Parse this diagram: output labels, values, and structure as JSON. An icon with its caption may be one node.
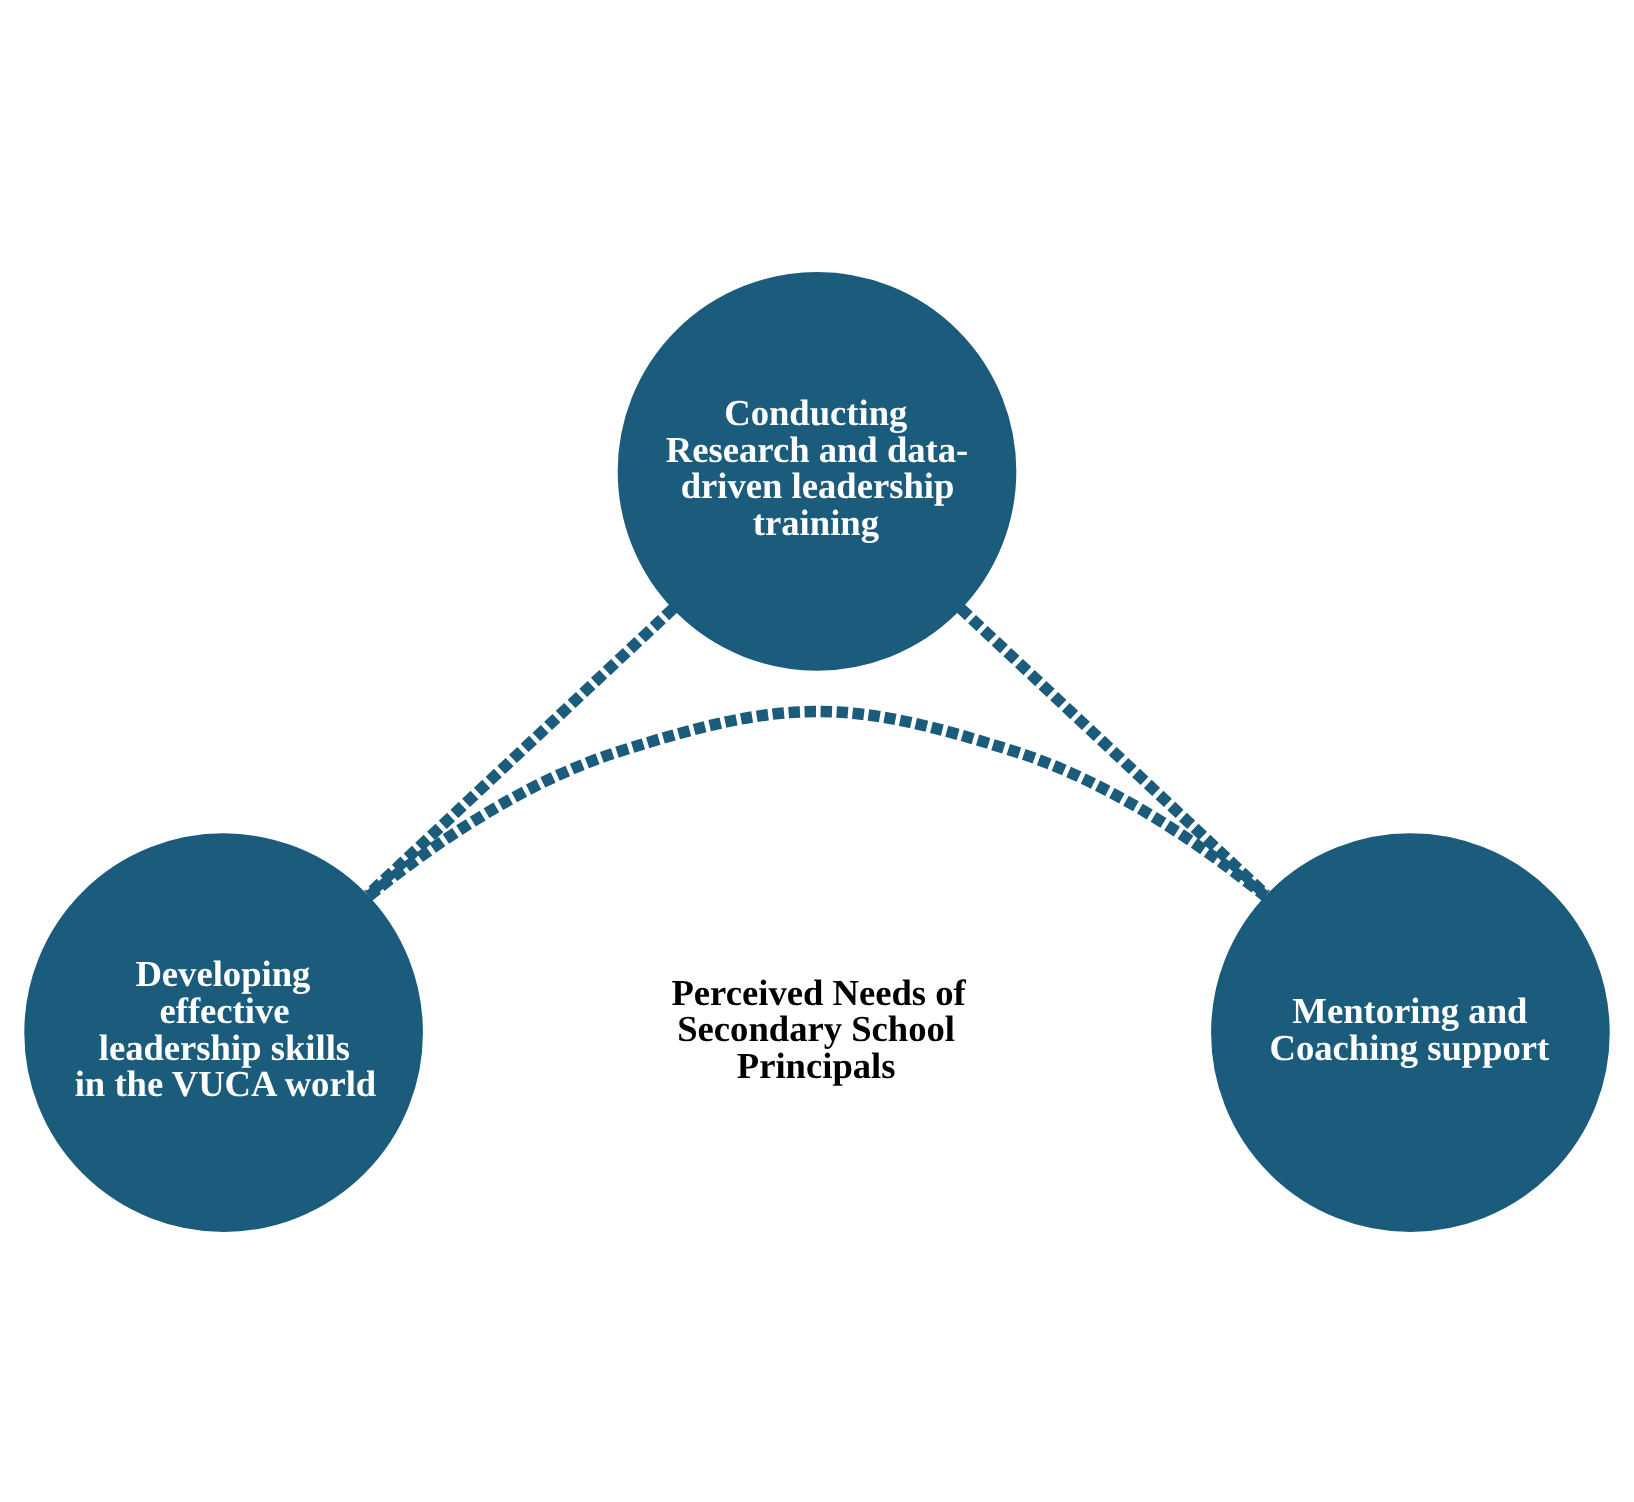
{
  "diagram": {
    "nodes": [
      {
        "text": [
          "Conducting Research and data-driven leadership training"
        ]
      },
      {
        "text": [
          "Developing effective leadership skills in the VUCA world"
        ]
      },
      {
        "text": [
          "Mentoring and Coaching support"
        ]
      }
    ],
    "edges": [
      {
        "from": 0,
        "to": 1,
        "arrow": "none",
        "style": "dashed"
      },
      {
        "from": 0,
        "to": 2,
        "arrow": "none",
        "style": "dashed"
      },
      {
        "from": 1,
        "to": 2,
        "arrow": "none",
        "style": "dashed"
      }
    ],
    "labels": [
      "Perceived Needs of Secondary School Principals"
    ]
  }
}
